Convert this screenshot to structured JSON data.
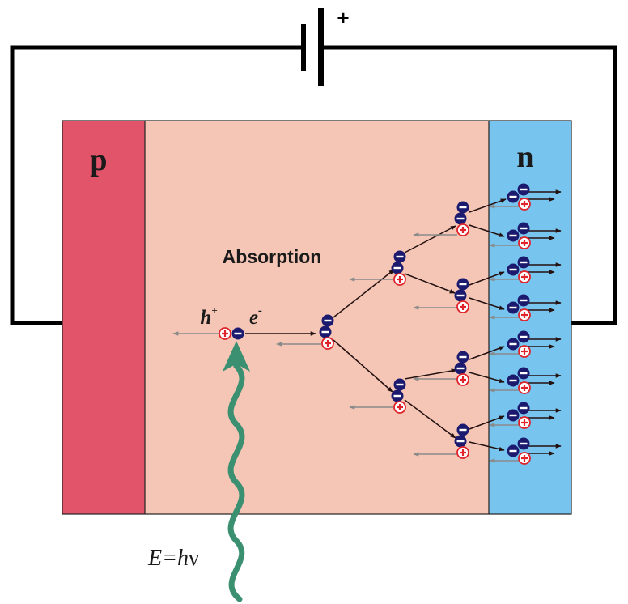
{
  "labels": {
    "p_region": "p",
    "n_region": "n",
    "absorption": "Absorption",
    "hole": "h",
    "hole_sup": "+",
    "electron": "e",
    "electron_sup": "-",
    "energy_prefix": "E=h",
    "energy_nu": "ν",
    "battery_plus": "+"
  },
  "colors": {
    "p_region": "#e2546a",
    "absorption_region": "#f5c6b5",
    "n_region": "#77c5ee",
    "wire": "#000000",
    "electron": "#1b1a6e",
    "hole_ring": "#e0232b",
    "photon": "#3a9070",
    "arrow_dark": "#231010",
    "arrow_grey": "#8a8a8a"
  },
  "icons": {
    "electron": "minus-in-dark-circle",
    "hole": "plus-in-red-ring",
    "photon": "wavy-arrow",
    "battery": "battery-symbol"
  }
}
